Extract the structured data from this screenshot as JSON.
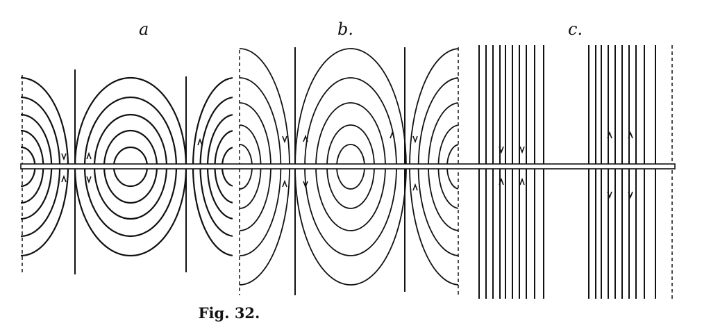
{
  "panels": [
    {
      "label": "a"
    },
    {
      "label": "b."
    },
    {
      "label": "c."
    }
  ],
  "caption": "Fig. 32.",
  "ink_color": "#111111"
}
